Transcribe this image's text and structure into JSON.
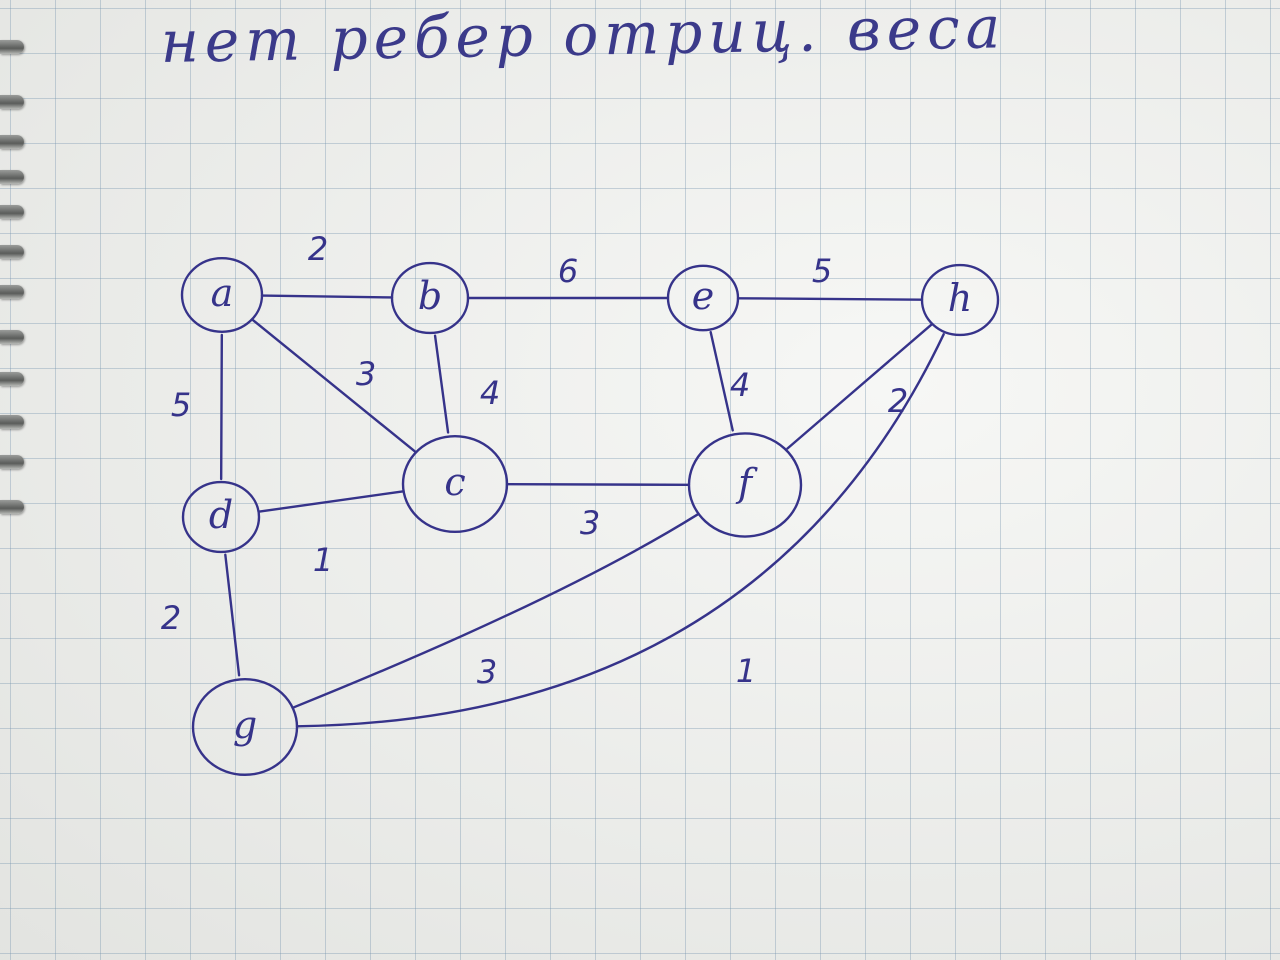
{
  "heading": "нет ребер отриц. веса",
  "ink_color": "#36338a",
  "paper_color": "#f2f3f0",
  "grid_color": "#7896af",
  "graph": {
    "nodes": [
      {
        "id": "a",
        "label": "a"
      },
      {
        "id": "b",
        "label": "b"
      },
      {
        "id": "e",
        "label": "e"
      },
      {
        "id": "h",
        "label": "h"
      },
      {
        "id": "d",
        "label": "d"
      },
      {
        "id": "c",
        "label": "c"
      },
      {
        "id": "f",
        "label": "f"
      },
      {
        "id": "g",
        "label": "g"
      }
    ],
    "edges": [
      {
        "from": "a",
        "to": "b",
        "weight": "2"
      },
      {
        "from": "b",
        "to": "e",
        "weight": "6"
      },
      {
        "from": "e",
        "to": "h",
        "weight": "5"
      },
      {
        "from": "a",
        "to": "c",
        "weight": "3"
      },
      {
        "from": "b",
        "to": "c",
        "weight": "4"
      },
      {
        "from": "e",
        "to": "f",
        "weight": "4"
      },
      {
        "from": "f",
        "to": "h",
        "weight": "2"
      },
      {
        "from": "a",
        "to": "d",
        "weight": "5"
      },
      {
        "from": "d",
        "to": "c",
        "weight": "1"
      },
      {
        "from": "c",
        "to": "f",
        "weight": "3"
      },
      {
        "from": "d",
        "to": "g",
        "weight": "2"
      },
      {
        "from": "f",
        "to": "g",
        "weight": "3"
      },
      {
        "from": "h",
        "to": "g",
        "weight": "1"
      }
    ]
  }
}
